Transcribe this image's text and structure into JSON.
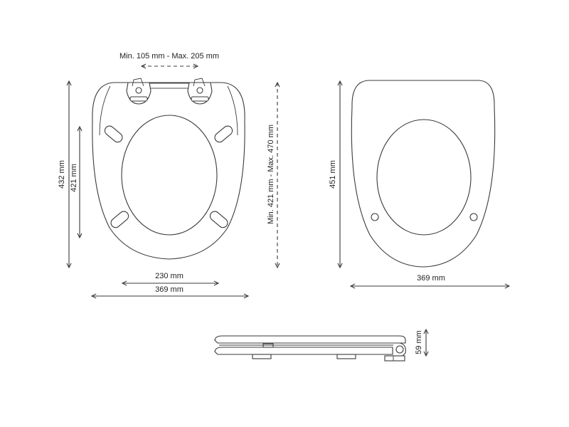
{
  "colors": {
    "stroke": "#3a3a3a",
    "text": "#222222",
    "background": "#ffffff"
  },
  "views": {
    "top_view": {
      "hinge_spacing": "Min. 105 mm - Max. 205 mm",
      "outer_length": "432 mm",
      "inner_length": "421 mm",
      "opening_width": "230 mm",
      "outer_width": "369 mm"
    },
    "adjustable_length": "Min. 421 mm - Max. 470 mm",
    "bottom_view": {
      "length": "451 mm",
      "width": "369 mm"
    },
    "side_view": {
      "height": "59 mm"
    }
  },
  "icons": {
    "hinge_left": "hinge-bracket-icon",
    "hinge_right": "hinge-bracket-icon"
  }
}
